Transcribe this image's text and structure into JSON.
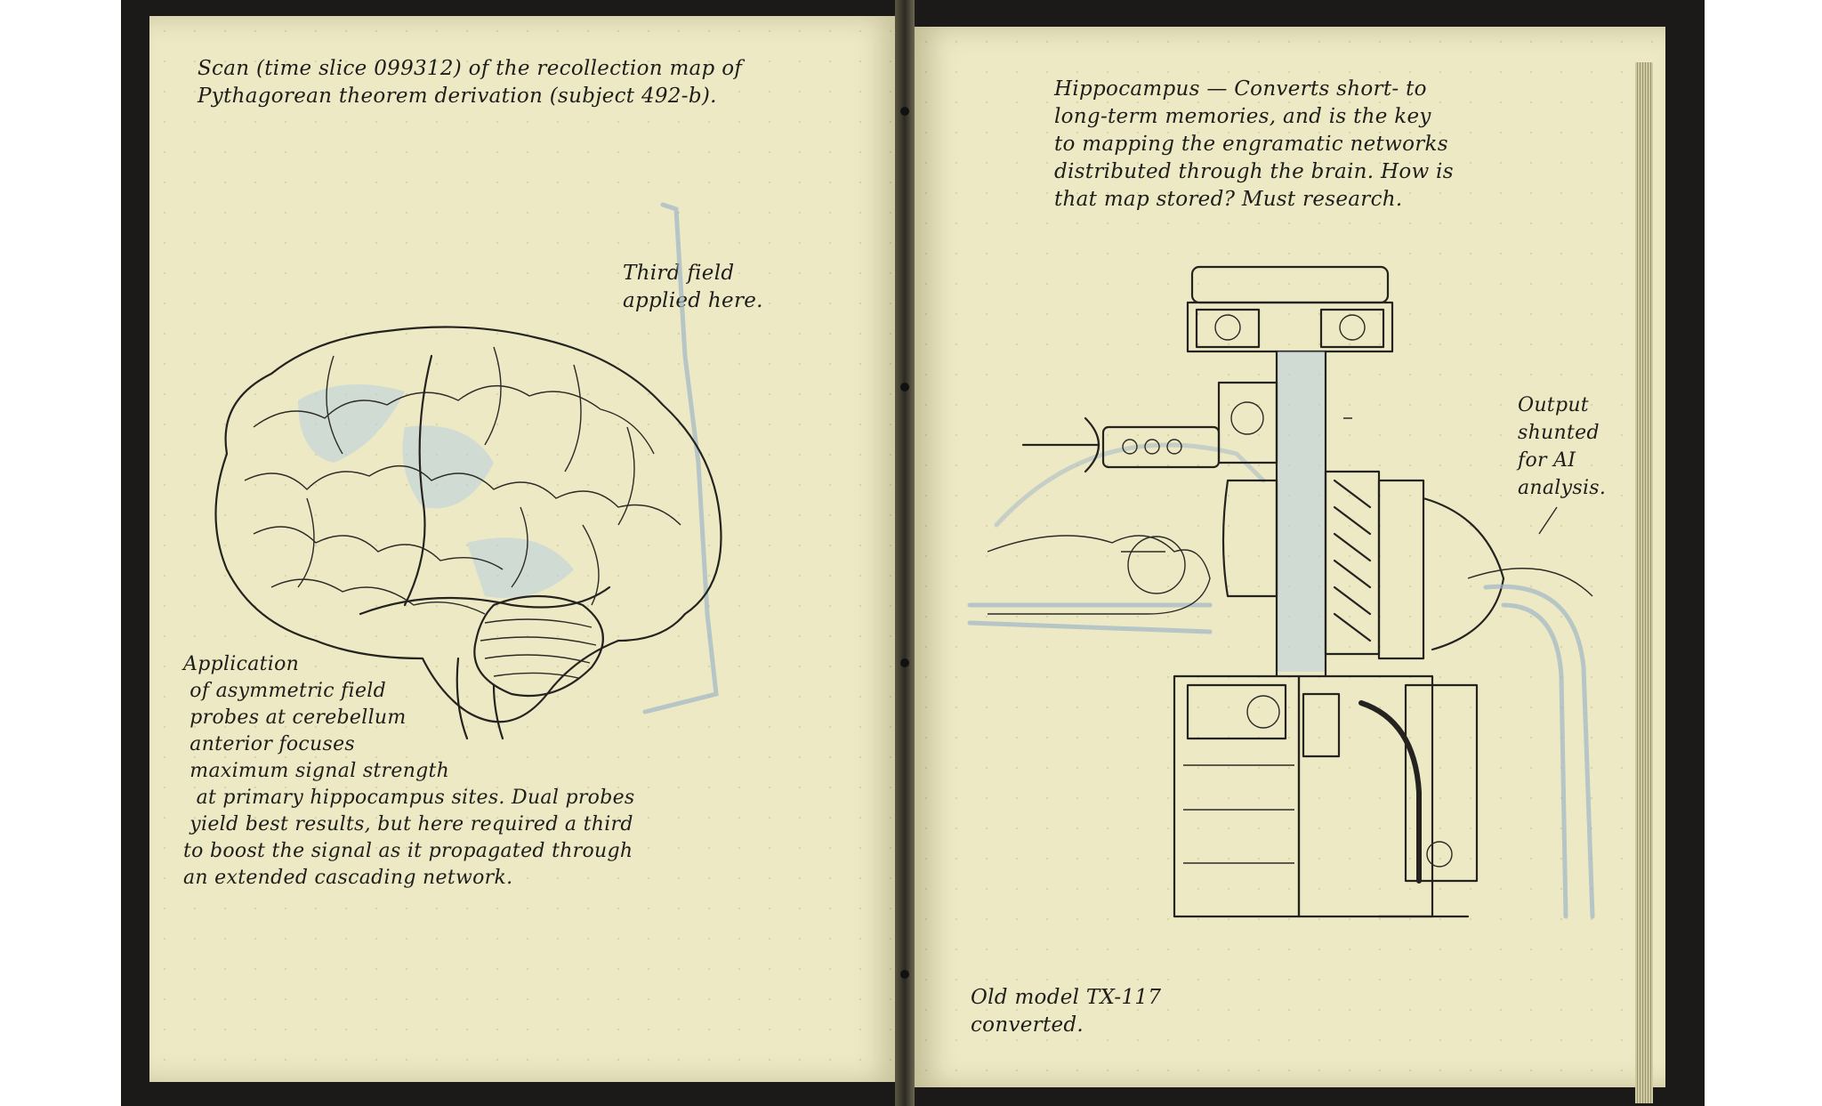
{
  "left_page": {
    "scan_caption": "Scan (time slice 099312) of the recollection map of\nPythagorean theorem derivation (subject 492-b).",
    "third_field_note": "Third field\napplied here.",
    "application_note": "Application\n of asymmetric field\n probes at cerebellum\n anterior focuses\n maximum signal strength\n  at primary hippocampus sites. Dual probes\n yield best results, but here required a third\nto boost the signal as it propagated through\nan extended cascading network."
  },
  "right_page": {
    "hippocampus_note": "Hippocampus — Converts short- to\nlong-term memories, and is the key\nto mapping the engramatic networks\ndistributed through the brain. How is\nthat map stored? Must research.",
    "output_note": "Output\nshunted\nfor AI\nanalysis.",
    "model_note": "Old model TX-117\nconverted."
  },
  "colors": {
    "paper": "#ece9c4",
    "ink": "#242320",
    "pencil_blue": "#9fb5c6",
    "cover": "#1b1a18"
  },
  "icons": [
    "brain-sketch",
    "scanner-machine-sketch",
    "patient-sketch"
  ]
}
